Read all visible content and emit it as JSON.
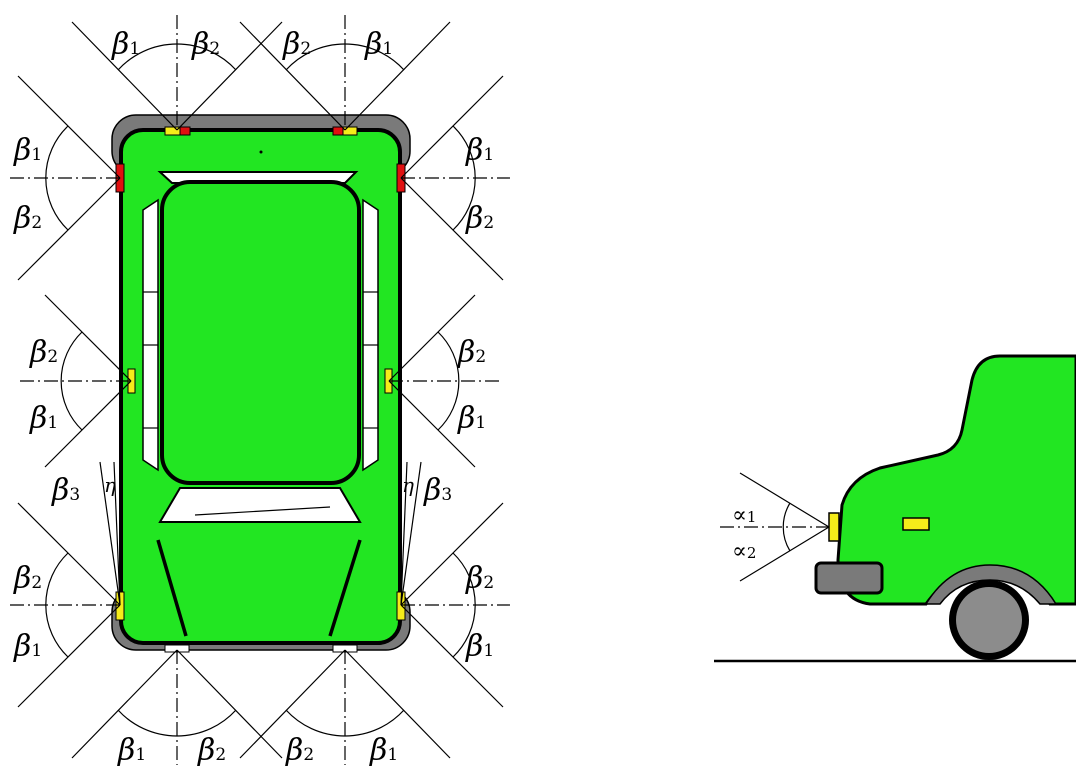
{
  "labels": {
    "beta": "β",
    "alpha": "∝",
    "eta": "η",
    "sub1": "1",
    "sub2": "2",
    "sub3": "3"
  },
  "colors": {
    "body": "#22e622",
    "bumper": "#7a7a7a",
    "lamp_amber": "#f5ec1a",
    "lamp_red": "#e01010",
    "window": "#ffffff",
    "outline": "#000000"
  }
}
